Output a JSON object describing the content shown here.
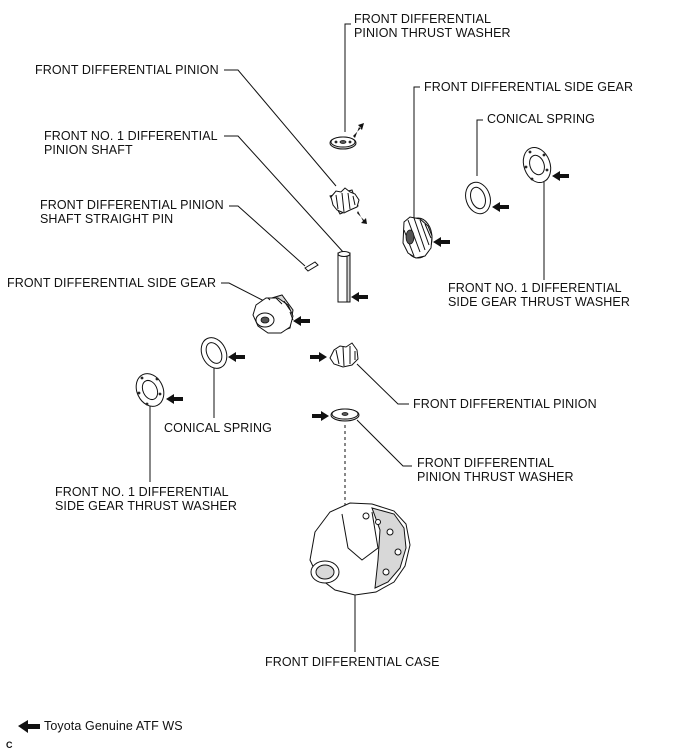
{
  "labels": {
    "pinion_thrust_washer_top": [
      "FRONT DIFFERENTIAL",
      "PINION THRUST WASHER"
    ],
    "pinion_top": [
      "FRONT DIFFERENTIAL PINION"
    ],
    "side_gear_right": [
      "FRONT DIFFERENTIAL SIDE GEAR"
    ],
    "conical_spring_right": [
      "CONICAL SPRING"
    ],
    "pinion_shaft": [
      "FRONT NO. 1 DIFFERENTIAL",
      "PINION SHAFT"
    ],
    "straight_pin": [
      "FRONT DIFFERENTIAL PINION",
      "SHAFT STRAIGHT PIN"
    ],
    "side_gear_thrust_washer_right": [
      "FRONT NO. 1 DIFFERENTIAL",
      "SIDE GEAR THRUST WASHER"
    ],
    "side_gear_left": [
      "FRONT DIFFERENTIAL SIDE GEAR"
    ],
    "pinion_bottom": [
      "FRONT DIFFERENTIAL PINION"
    ],
    "conical_spring_left": [
      "CONICAL SPRING"
    ],
    "pinion_thrust_washer_bottom": [
      "FRONT DIFFERENTIAL",
      "PINION THRUST WASHER"
    ],
    "side_gear_thrust_washer_left": [
      "FRONT NO. 1 DIFFERENTIAL",
      "SIDE GEAR THRUST WASHER"
    ],
    "case": [
      "FRONT DIFFERENTIAL CASE"
    ]
  },
  "legend": {
    "text": "Toyota Genuine ATF WS",
    "icon": "left-arrow-icon"
  },
  "corner_mark": "C"
}
